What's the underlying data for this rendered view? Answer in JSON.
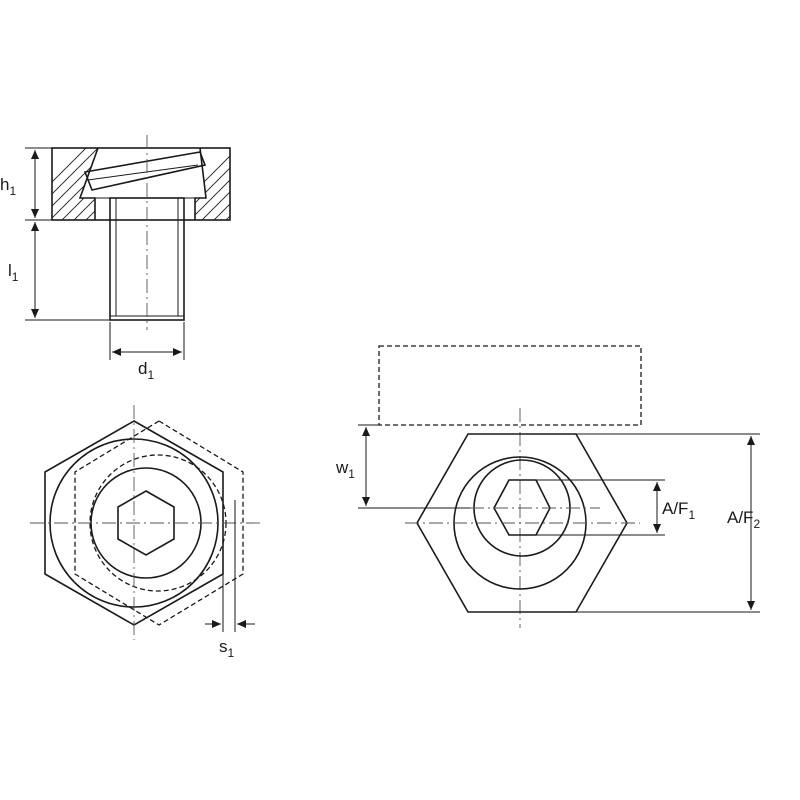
{
  "labels": {
    "h": {
      "base": "h",
      "sub": "1"
    },
    "l": {
      "base": "l",
      "sub": "1"
    },
    "d": {
      "base": "d",
      "sub": "1"
    },
    "s": {
      "base": "s",
      "sub": "1"
    },
    "w": {
      "base": "w",
      "sub": "1"
    },
    "af1": {
      "base": "A/F",
      "sub": "1"
    },
    "af2": {
      "base": "A/F",
      "sub": "2"
    }
  },
  "colors": {
    "ink": "#1a1a1a",
    "background": "#ffffff"
  }
}
